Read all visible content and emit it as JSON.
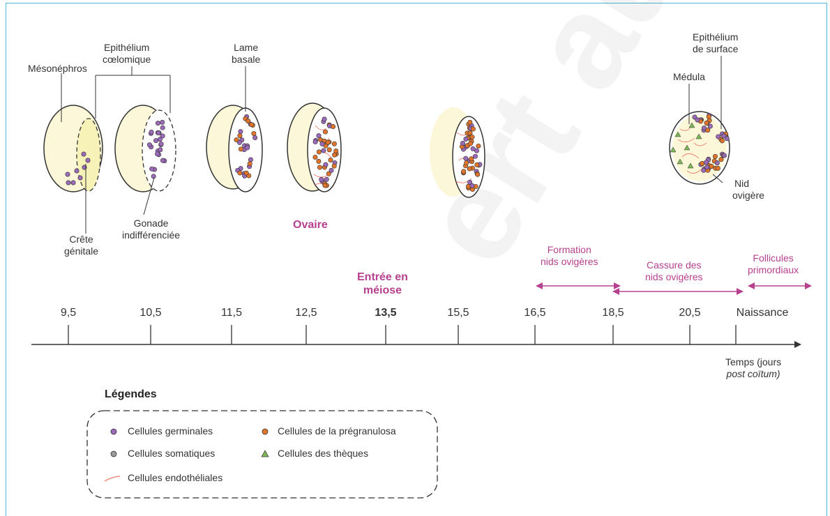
{
  "labels": {
    "mesonephros": "Mésonéphros",
    "epithelium_coelomique_1": "Epithélium",
    "epithelium_coelomique_2": "cœlomique",
    "lame_basale_1": "Lame",
    "lame_basale_2": "basale",
    "crete_1": "Crête",
    "crete_2": "génitale",
    "gonade_1": "Gonade",
    "gonade_2": "indifférenciée",
    "ovaire": "Ovaire",
    "epithelium_surface_1": "Epithélium",
    "epithelium_surface_2": "de surface",
    "medula": "Médula",
    "nid_1": "Nid",
    "nid_2": "ovigère"
  },
  "events": {
    "meiose_1": "Entrée en",
    "meiose_2": "méiose",
    "formation_1": "Formation",
    "formation_2": "nids ovigères",
    "cassure_1": "Cassure des",
    "cassure_2": "nids ovigères",
    "follicules_1": "Follicules",
    "follicules_2": "primordiaux"
  },
  "timeline": {
    "ticks": [
      "9,5",
      "10,5",
      "11,5",
      "12,5",
      "13,5",
      "15,5",
      "16,5",
      "18,5",
      "20,5",
      "Naissance"
    ],
    "highlight_tick": "13,5",
    "axis_label_1": "Temps (jours",
    "axis_label_2": "post coïtum)"
  },
  "legend": {
    "title": "Légendes",
    "germinales": "Cellules germinales",
    "somatiques": "Cellules somatiques",
    "endotheliales": "Cellules endothéliales",
    "pregranulosa": "Cellules de la prégranulosa",
    "theques": "Cellules des thèques"
  },
  "colors": {
    "germinal": "#9b6ab8",
    "somatic": "#9a9a9a",
    "pregranulosa": "#e0742a",
    "theque": "#7cb557",
    "endothelial": "#f08a7a",
    "mesonephros_fill": "#fbf7d8",
    "highlight": "#b6418e",
    "frame": "#4bb5de"
  },
  "watermark": "ert auteur"
}
